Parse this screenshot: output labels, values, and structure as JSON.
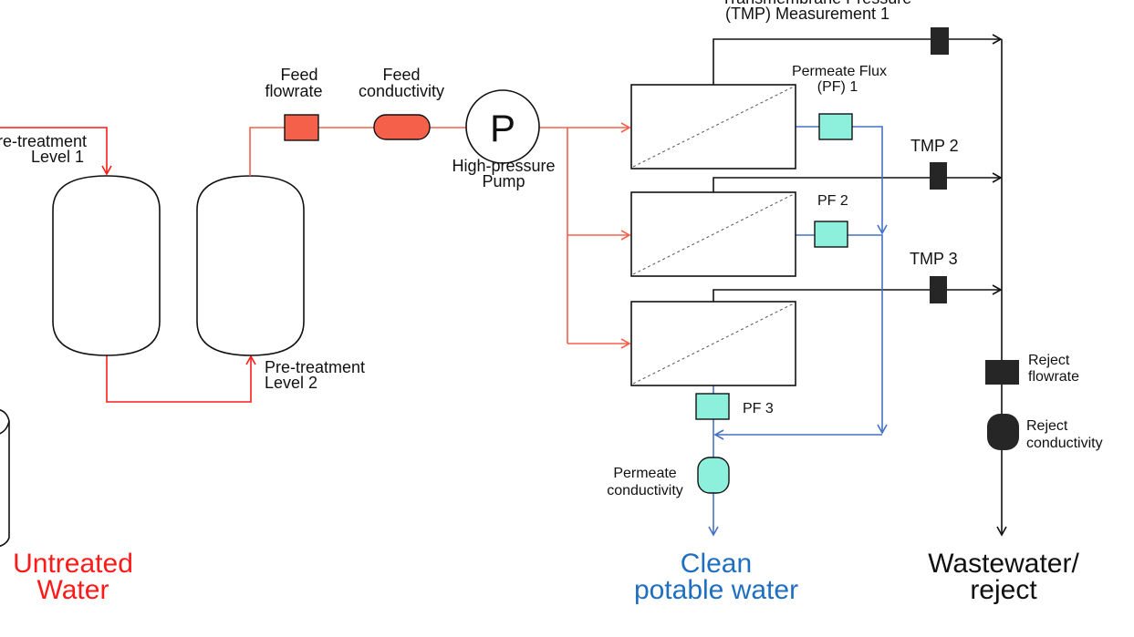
{
  "colors": {
    "untreated": "#ff1a1a",
    "feed": "#f5604a",
    "permeate": "#4472c4",
    "permeate_sensor": "#8df0dc",
    "reject": "#262626",
    "clean_text": "#1f6fc0"
  },
  "labels": {
    "tmp1_line1": "Transmembrane Pressure",
    "tmp1_line2": "(TMP) Measurement 1",
    "pretreat1_line1": "Pre-treatment",
    "pretreat1_line2": "Level 1",
    "feed_flowrate_line1": "Feed",
    "feed_flowrate_line2": "flowrate",
    "feed_cond_line1": "Feed",
    "feed_cond_line2": "conductivity",
    "pump_symbol": "P",
    "pump_line1": "High-pressure",
    "pump_line2": "Pump",
    "pf1_line1": "Permeate Flux",
    "pf1_line2": "(PF) 1",
    "tmp2": "TMP 2",
    "pf2": "PF 2",
    "tmp3": "TMP 3",
    "pretreat2_line1": "Pre-treatment",
    "pretreat2_line2": "Level 2",
    "reject_flow_line1": "Reject",
    "reject_flow_line2": "flowrate",
    "reject_cond_line1": "Reject",
    "reject_cond_line2": "conductivity",
    "pf3": "PF 3",
    "perm_cond_line1": "Permeate",
    "perm_cond_line2": "conductivity",
    "untreated_line1": "Untreated",
    "untreated_line2": "Water",
    "clean_line1": "Clean",
    "clean_line2": "potable water",
    "waste_line1": "Wastewater/",
    "waste_line2": "reject"
  }
}
